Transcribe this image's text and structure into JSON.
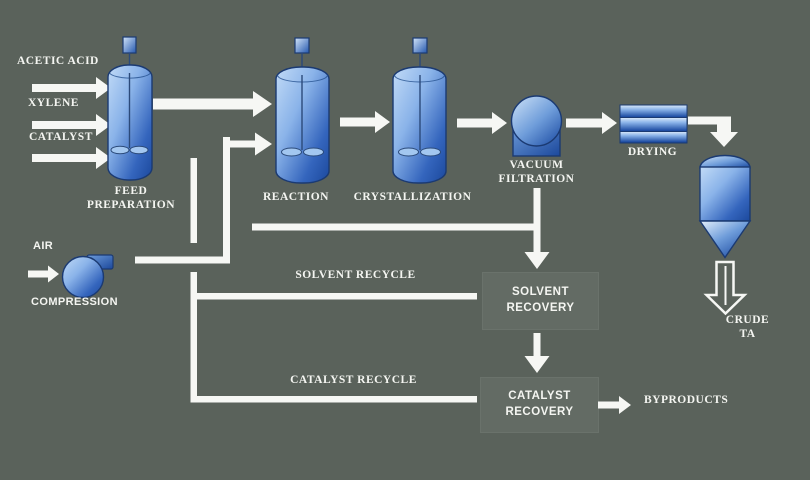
{
  "title": "Terephthalic acid production process flow diagram",
  "colors": {
    "background": "#5a625b",
    "recovery_box": "#646d65",
    "line_white": "#f6f7f4",
    "vessel_blue_light": "#c2dbf7",
    "vessel_blue_dark": "#1b489c",
    "outline_navy": "#1b3a72",
    "text": "#f4f5f1"
  },
  "streams": {
    "acetic_acid": "ACETIC ACID",
    "xylene": "XYLENE",
    "catalyst": "CATALYST",
    "air": "AIR",
    "solvent_recycle": "SOLVENT RECYCLE",
    "catalyst_recycle": "CATALYST RECYCLE",
    "byproducts": "BYPRODUCTS",
    "crude_ta": "CRUDE\nTA"
  },
  "units": {
    "feed_preparation": "FEED\nPREPARATION",
    "reaction": "REACTION",
    "crystallization": "CRYSTALLIZATION",
    "vacuum_filtration": "VACUUM\nFILTRATION",
    "drying": "DRYING",
    "compression": "COMPRESSION",
    "solvent_recovery": "SOLVENT\nRECOVERY",
    "catalyst_recovery": "CATALYST\nRECOVERY"
  }
}
